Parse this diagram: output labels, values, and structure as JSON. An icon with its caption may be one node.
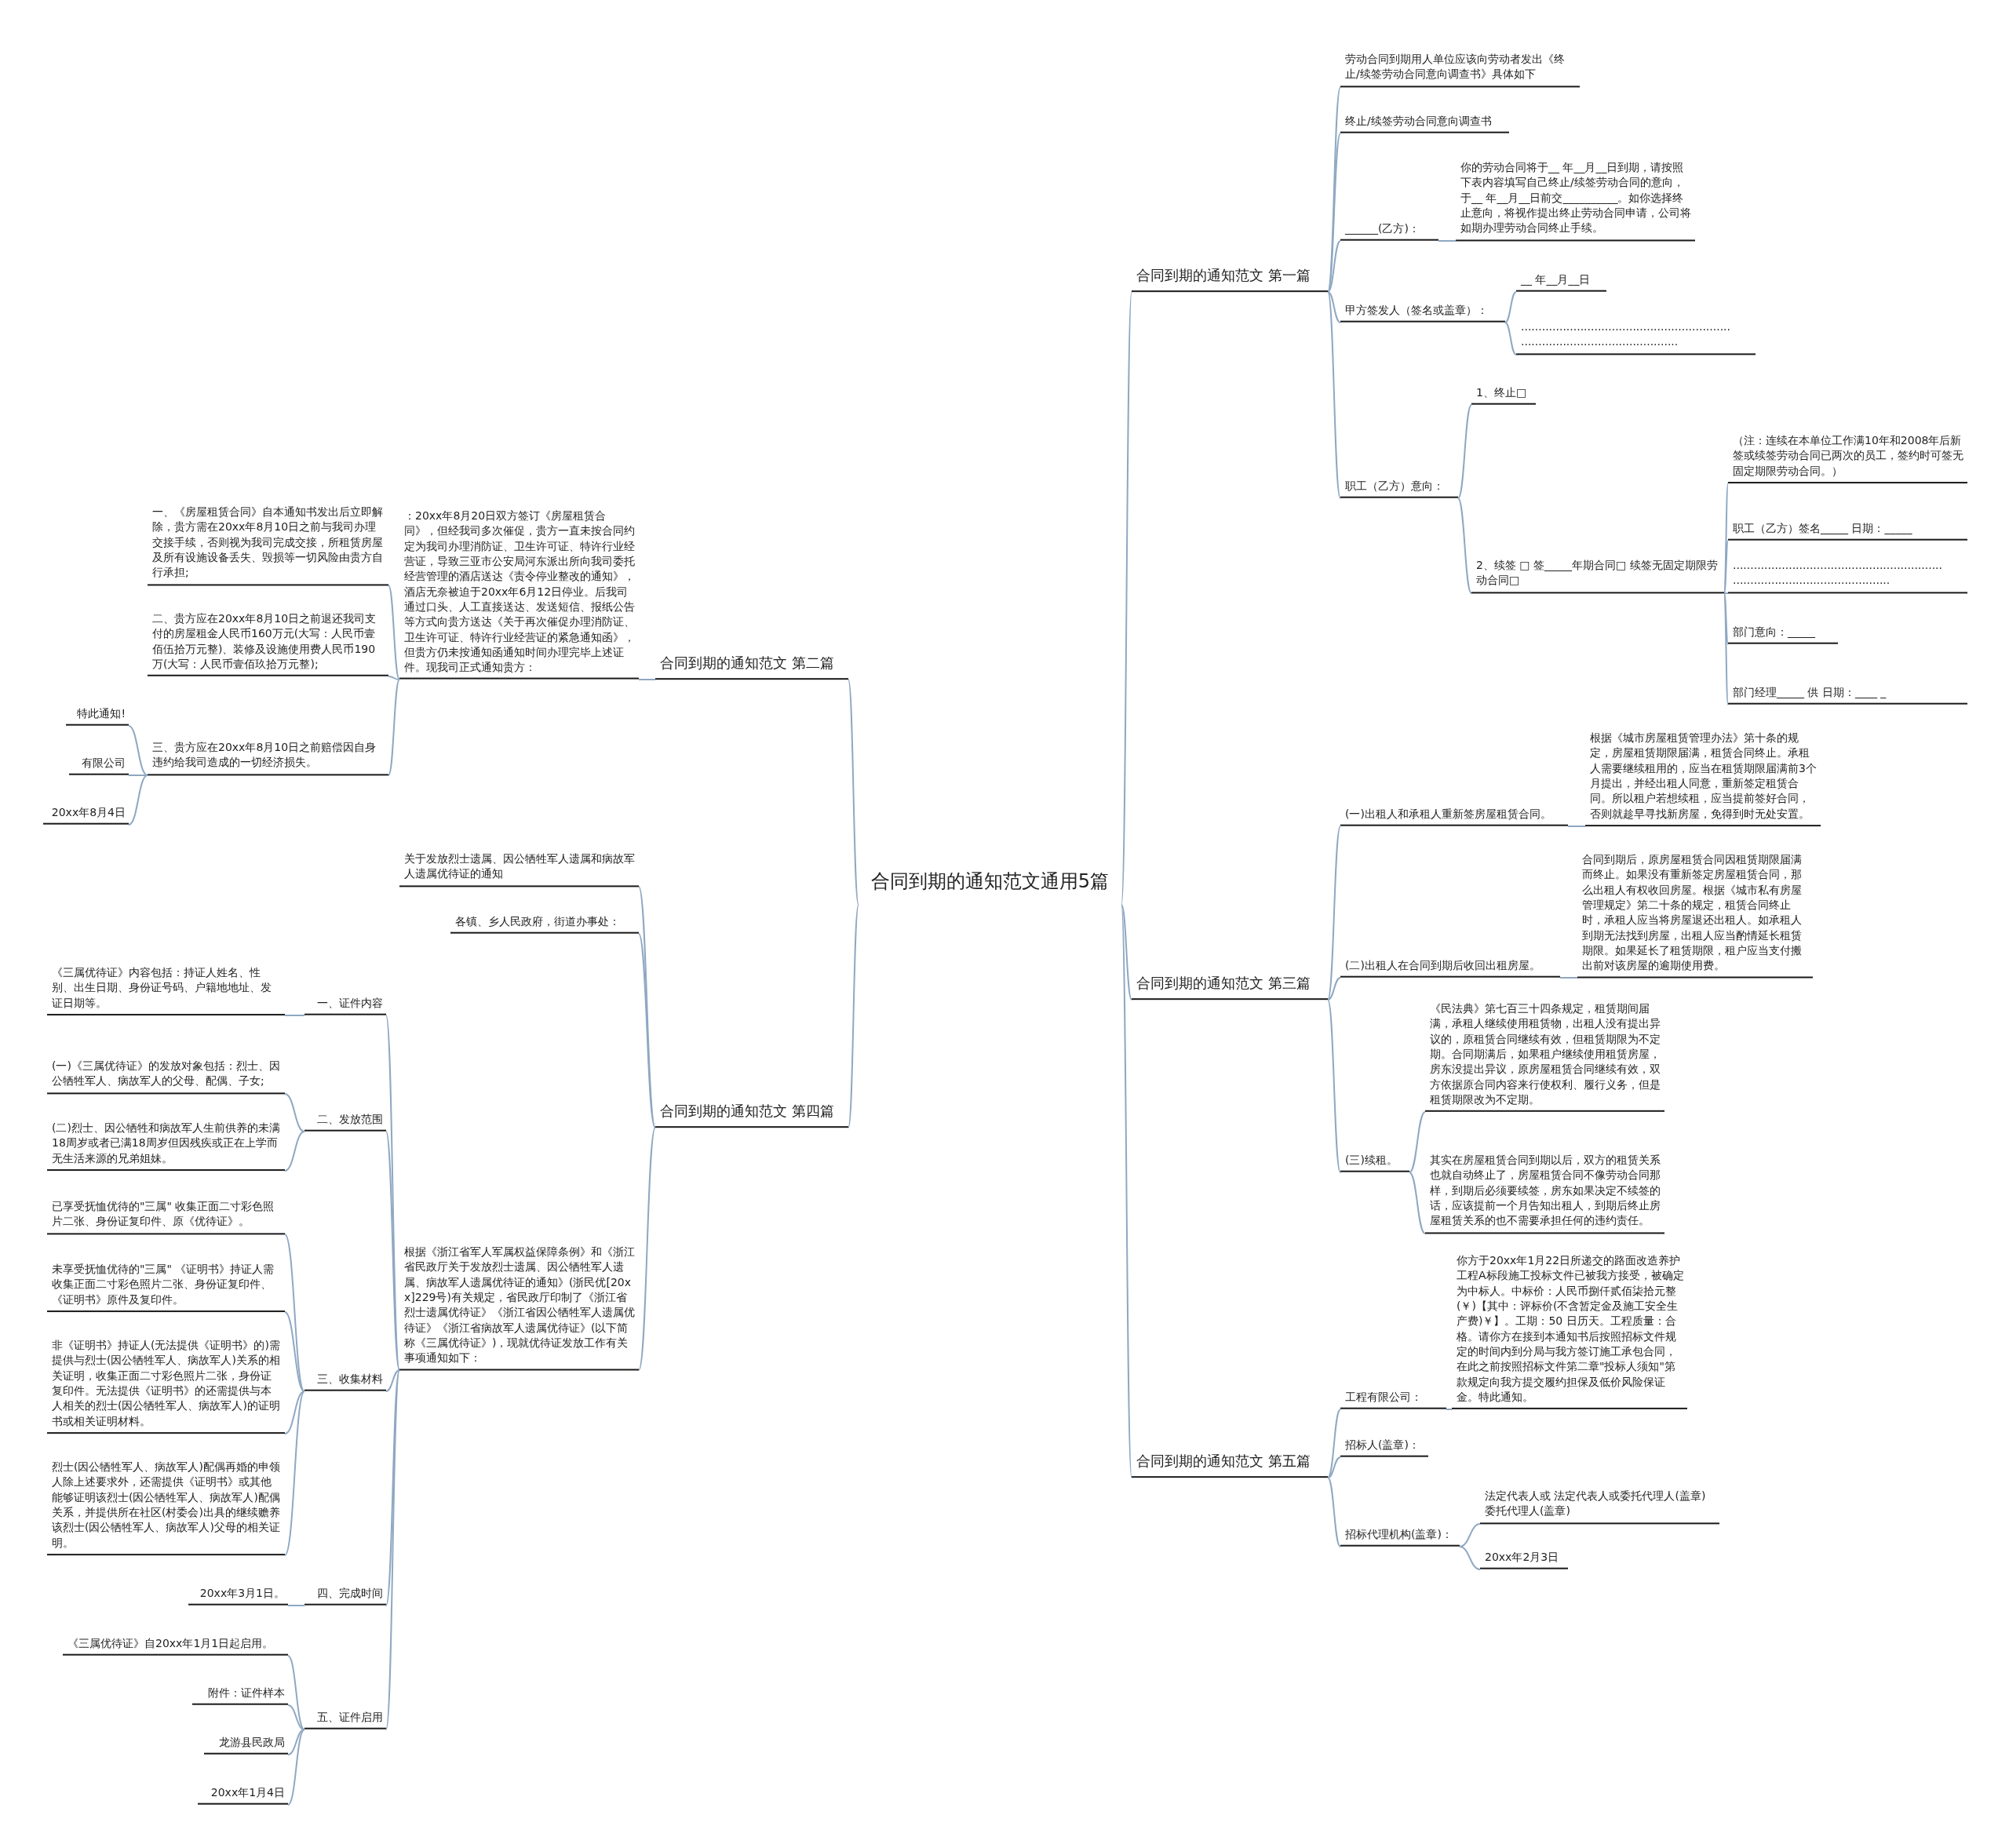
{
  "diagram": {
    "nodes": [
      {
        "text": [
          "合同到期的通知范文通用5篇"
        ]
      },
      {
        "text": [
          "合同到期的通知范文 第一篇"
        ]
      },
      {
        "text": [
          "劳动合同到期用人单位应该向劳动者发出《终止/续签劳动合同意向调查书》具体如下"
        ]
      },
      {
        "text": [
          "终止/续签劳动合同意向调查书"
        ]
      },
      {
        "text": [
          "______(乙方)："
        ]
      },
      {
        "text": [
          "你的劳动合同将于__ 年__月__日到期，请按照下表内容填写自己终止/续签劳动合同的意向，于__ 年__月__日前交__________。如你选择终止意向，将视作提出终止劳动合同申请，公司将如期办理劳动合同终止手续。"
        ]
      },
      {
        "text": [
          "甲方签发人（签名或盖章）："
        ]
      },
      {
        "text": [
          "__ 年__月__日"
        ]
      },
      {
        "text": [
          "............................................................ ............................................."
        ]
      },
      {
        "text": [
          "职工（乙方）意向："
        ]
      },
      {
        "text": [
          "1、终止□"
        ]
      },
      {
        "text": [
          "2、续签 □ 签_____年期合同□ 续签无固定期限劳动合同□"
        ]
      },
      {
        "text": [
          "（注：连续在本单位工作满10年和2008年后新签或续签劳动合同已两次的员工，签约时可签无固定期限劳动合同。）"
        ]
      },
      {
        "text": [
          "职工（乙方）签名_____ 日期：_____"
        ]
      },
      {
        "text": [
          "............................................................ ............................................."
        ]
      },
      {
        "text": [
          "部门意向：_____"
        ]
      },
      {
        "text": [
          "部门经理_____ 供 日期：____ _"
        ]
      },
      {
        "text": [
          "合同到期的通知范文 第二篇"
        ]
      },
      {
        "text": [
          "：20xx年8月20日双方签订《房屋租赁合同》，但经我司多次催促，贵方一直未按合同约定为我司办理消防证、卫生许可证、特许行业经营证，导致三亚市公安局河东派出所向我司委托经营管理的酒店送达《责令停业整改的通知》，酒店无奈被迫于20xx年6月12日停业。后我司通过口头、人工直接送达、发送短信、报纸公告等方式向贵方送达《关于再次催促办理消防证、卫生许可证、特许行业经营证的紧急通知函》，但贵方仍未按通知函通知时间办理完毕上述证件。现我司正式通知贵方："
        ]
      },
      {
        "text": [
          "一、《房屋租赁合同》自本通知书发出后立即解除，贵方需在20xx年8月10日之前与我司办理交接手续，否则视为我司完成交接，所租赁房屋及所有设施设备丢失、毁损等一切风险由贵方自行承担;"
        ]
      },
      {
        "text": [
          "二、贵方应在20xx年8月10日之前退还我司支付的房屋租金人民币160万元(大写：人民币壹佰伍拾万元整)、装修及设施使用费人民币190万(大写：人民币壹佰玖拾万元整);"
        ]
      },
      {
        "text": [
          "三、贵方应在20xx年8月10日之前赔偿因自身违约给我司造成的一切经济损失。"
        ]
      },
      {
        "text": [
          "特此通知!"
        ]
      },
      {
        "text": [
          "有限公司"
        ]
      },
      {
        "text": [
          "20xx年8月4日"
        ]
      },
      {
        "text": [
          "合同到期的通知范文 第三篇"
        ]
      },
      {
        "text": [
          "(一)出租人和承租人重新签房屋租赁合同。"
        ]
      },
      {
        "text": [
          "根据《城市房屋租赁管理办法》第十条的规定，房屋租赁期限届满，租赁合同终止。承租人需要继续租用的，应当在租赁期限届满前3个月提出，并经出租人同意，重新签定租赁合同。所以租户若想续租，应当提前签好合同，否则就趁早寻找新房屋，免得到时无处安置。"
        ]
      },
      {
        "text": [
          "(二)出租人在合同到期后收回出租房屋。"
        ]
      },
      {
        "text": [
          "合同到期后，原房屋租赁合同因租赁期限届满而终止。如果没有重新签定房屋租赁合同，那么出租人有权收回房屋。根据《城市私有房屋管理规定》第二十条的规定，租赁合同终止时，承租人应当将房屋退还出租人。如承租人到期无法找到房屋，出租人应当酌情延长租赁期限。如果延长了租赁期限，租户应当支付搬出前对该房屋的逾期使用费。"
        ]
      },
      {
        "text": [
          "(三)续租。"
        ]
      },
      {
        "text": [
          "《民法典》第七百三十四条规定，租赁期间届满，承租人继续使用租赁物，出租人没有提出异议的，原租赁合同继续有效，但租赁期限为不定期。合同期满后，如果租户继续使用租赁房屋，房东没提出异议，原房屋租赁合同继续有效，双方依据原合同内容来行使权利、履行义务，但是租赁期限改为不定期。"
        ]
      },
      {
        "text": [
          "其实在房屋租赁合同到期以后，双方的租赁关系也就自动终止了，房屋租赁合同不像劳动合同那样，到期后必须要续签，房东如果决定不续签的话，应该提前一个月告知出租人，到期后终止房屋租赁关系的也不需要承担任何的违约责任。"
        ]
      },
      {
        "text": [
          "合同到期的通知范文 第四篇"
        ]
      },
      {
        "text": [
          "关于发放烈士遗属、因公牺牲军人遗属和病故军人遗属优待证的通知"
        ]
      },
      {
        "text": [
          "各镇、乡人民政府，街道办事处："
        ]
      },
      {
        "text": [
          "根据《浙江省军人军属权益保障条例》和《浙江省民政厅关于发放烈士遗属、因公牺牲军人遗属、病故军人遗属优待证的通知》(浙民优[20xx]229号)有关规定，省民政厅印制了《浙江省烈士遗属优待证》《浙江省因公牺牲军人遗属优待证》《浙江省病故军人遗属优待证》(以下简称《三属优待证》)，现就优待证发放工作有关事项通知如下："
        ]
      },
      {
        "text": [
          "一、证件内容"
        ]
      },
      {
        "text": [
          "《三属优待证》内容包括：持证人姓名、性别、出生日期、身份证号码、户籍地地址、发证日期等。"
        ]
      },
      {
        "text": [
          "二、发放范围"
        ]
      },
      {
        "text": [
          "(一)《三属优待证》的发放对象包括：烈士、因公牺牲军人、病故军人的父母、配偶、子女;"
        ]
      },
      {
        "text": [
          "(二)烈士、因公牺牲和病故军人生前供养的未满18周岁或者已满18周岁但因残疾或正在上学而无生活来源的兄弟姐妹。"
        ]
      },
      {
        "text": [
          "三、收集材料"
        ]
      },
      {
        "text": [
          "已享受抚恤优待的\"三属\" 收集正面二寸彩色照片二张、身份证复印件、原《优待证》。"
        ]
      },
      {
        "text": [
          "未享受抚恤优待的\"三属\" 《证明书》持证人需收集正面二寸彩色照片二张、身份证复印件、《证明书》原件及复印件。"
        ]
      },
      {
        "text": [
          "非《证明书》持证人(无法提供《证明书》的)需提供与烈士(因公牺牲军人、病故军人)关系的相关证明，收集正面二寸彩色照片二张，身份证复印件。无法提供《证明书》的还需提供与本人相关的烈士(因公牺牲军人、病故军人)的证明书或相关证明材料。"
        ]
      },
      {
        "text": [
          "烈士(因公牺牲军人、病故军人)配偶再婚的申领人除上述要求外，还需提供《证明书》或其他能够证明该烈士(因公牺牲军人、病故军人)配偶关系，并提供所在社区(村委会)出具的继续赡养该烈士(因公牺牲军人、病故军人)父母的相关证明。"
        ]
      },
      {
        "text": [
          "四、完成时间"
        ]
      },
      {
        "text": [
          "20xx年3月1日。"
        ]
      },
      {
        "text": [
          "五、证件启用"
        ]
      },
      {
        "text": [
          "《三属优待证》自20xx年1月1日起启用。"
        ]
      },
      {
        "text": [
          "附件：证件样本"
        ]
      },
      {
        "text": [
          "龙游县民政局"
        ]
      },
      {
        "text": [
          "20xx年1月4日"
        ]
      },
      {
        "text": [
          "合同到期的通知范文 第五篇"
        ]
      },
      {
        "text": [
          "工程有限公司："
        ]
      },
      {
        "text": [
          "你方于20xx年1月22日所递交的路面改造养护工程A标段施工投标文件已被我方接受，被确定为中标人。中标价：人民币捌仟贰佰柒拾元整(￥)【其中：评标价(不含暂定金及施工安全生产费)￥】。工期：50 日历天。工程质量：合格。请你方在接到本通知书后按照招标文件规定的时间内到分局与我方签订施工承包合同，在此之前按照招标文件第二章\"投标人须知\"第款规定向我方提交履约担保及低价风险保证金。特此通知。"
        ]
      },
      {
        "text": [
          "招标人(盖章)："
        ]
      },
      {
        "text": [
          "招标代理机构(盖章)："
        ]
      },
      {
        "text": [
          "法定代表人或 法定代表人或委托代理人(盖章) 委托代理人(盖章)"
        ]
      },
      {
        "text": [
          "20xx年2月3日"
        ]
      }
    ],
    "edges": [
      {
        "from": 0,
        "to": 1,
        "arrow": "none"
      },
      {
        "from": 1,
        "to": 2,
        "arrow": "none"
      },
      {
        "from": 1,
        "to": 3,
        "arrow": "none"
      },
      {
        "from": 1,
        "to": 4,
        "arrow": "none"
      },
      {
        "from": 4,
        "to": 5,
        "arrow": "none"
      },
      {
        "from": 1,
        "to": 6,
        "arrow": "none"
      },
      {
        "from": 6,
        "to": 7,
        "arrow": "none"
      },
      {
        "from": 6,
        "to": 8,
        "arrow": "none"
      },
      {
        "from": 1,
        "to": 9,
        "arrow": "none"
      },
      {
        "from": 9,
        "to": 10,
        "arrow": "none"
      },
      {
        "from": 9,
        "to": 11,
        "arrow": "none"
      },
      {
        "from": 11,
        "to": 12,
        "arrow": "none"
      },
      {
        "from": 11,
        "to": 13,
        "arrow": "none"
      },
      {
        "from": 11,
        "to": 14,
        "arrow": "none"
      },
      {
        "from": 11,
        "to": 15,
        "arrow": "none"
      },
      {
        "from": 11,
        "to": 16,
        "arrow": "none"
      },
      {
        "from": 0,
        "to": 17,
        "arrow": "none"
      },
      {
        "from": 17,
        "to": 18,
        "arrow": "none"
      },
      {
        "from": 18,
        "to": 19,
        "arrow": "none"
      },
      {
        "from": 18,
        "to": 20,
        "arrow": "none"
      },
      {
        "from": 18,
        "to": 21,
        "arrow": "none"
      },
      {
        "from": 21,
        "to": 22,
        "arrow": "none"
      },
      {
        "from": 21,
        "to": 23,
        "arrow": "none"
      },
      {
        "from": 21,
        "to": 24,
        "arrow": "none"
      },
      {
        "from": 0,
        "to": 25,
        "arrow": "none"
      },
      {
        "from": 25,
        "to": 26,
        "arrow": "none"
      },
      {
        "from": 26,
        "to": 27,
        "arrow": "none"
      },
      {
        "from": 25,
        "to": 28,
        "arrow": "none"
      },
      {
        "from": 28,
        "to": 29,
        "arrow": "none"
      },
      {
        "from": 25,
        "to": 30,
        "arrow": "none"
      },
      {
        "from": 30,
        "to": 31,
        "arrow": "none"
      },
      {
        "from": 30,
        "to": 32,
        "arrow": "none"
      },
      {
        "from": 0,
        "to": 33,
        "arrow": "none"
      },
      {
        "from": 33,
        "to": 34,
        "arrow": "none"
      },
      {
        "from": 33,
        "to": 35,
        "arrow": "none"
      },
      {
        "from": 33,
        "to": 36,
        "arrow": "none"
      },
      {
        "from": 36,
        "to": 37,
        "arrow": "none"
      },
      {
        "from": 37,
        "to": 38,
        "arrow": "none"
      },
      {
        "from": 36,
        "to": 39,
        "arrow": "none"
      },
      {
        "from": 39,
        "to": 40,
        "arrow": "none"
      },
      {
        "from": 39,
        "to": 41,
        "arrow": "none"
      },
      {
        "from": 36,
        "to": 42,
        "arrow": "none"
      },
      {
        "from": 42,
        "to": 43,
        "arrow": "none"
      },
      {
        "from": 42,
        "to": 44,
        "arrow": "none"
      },
      {
        "from": 42,
        "to": 45,
        "arrow": "none"
      },
      {
        "from": 42,
        "to": 46,
        "arrow": "none"
      },
      {
        "from": 36,
        "to": 47,
        "arrow": "none"
      },
      {
        "from": 47,
        "to": 48,
        "arrow": "none"
      },
      {
        "from": 36,
        "to": 49,
        "arrow": "none"
      },
      {
        "from": 49,
        "to": 50,
        "arrow": "none"
      },
      {
        "from": 49,
        "to": 51,
        "arrow": "none"
      },
      {
        "from": 49,
        "to": 52,
        "arrow": "none"
      },
      {
        "from": 49,
        "to": 53,
        "arrow": "none"
      },
      {
        "from": 0,
        "to": 54,
        "arrow": "none"
      },
      {
        "from": 54,
        "to": 55,
        "arrow": "none"
      },
      {
        "from": 55,
        "to": 56,
        "arrow": "none"
      },
      {
        "from": 54,
        "to": 57,
        "arrow": "none"
      },
      {
        "from": 54,
        "to": 58,
        "arrow": "none"
      },
      {
        "from": 58,
        "to": 59,
        "arrow": "none"
      },
      {
        "from": 58,
        "to": 60,
        "arrow": "none"
      }
    ]
  }
}
